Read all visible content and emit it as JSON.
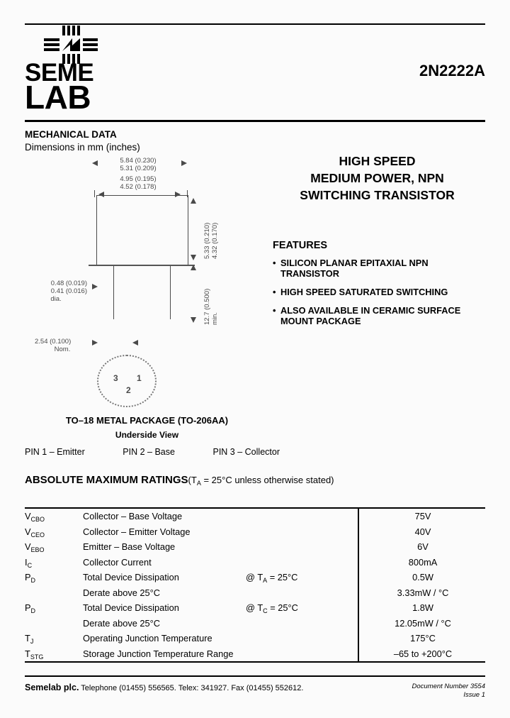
{
  "header": {
    "logo_line1": "SEME",
    "logo_line2": "LAB",
    "logo_mark_name": "semelab-cross-lightning-mark",
    "part_number": "2N2222A"
  },
  "mechanical": {
    "title": "MECHANICAL DATA",
    "subtitle": "Dimensions in mm (inches)",
    "dimensions": {
      "width_outer_line1": "5.84 (0.230)",
      "width_outer_line2": "5.31 (0.209)",
      "width_inner_line1": "4.95 (0.195)",
      "width_inner_line2": "4.52 (0.178)",
      "body_height_line1": "5.33 (0.210)",
      "body_height_line2": "4.32 (0.170)",
      "lead_length_line1": "12.7 (0.500)",
      "lead_length_line2": "min.",
      "lead_dia_line1": "0.48 (0.019)",
      "lead_dia_line2": "0.41 (0.016)",
      "lead_dia_line3": "dia.",
      "pin_spacing_line1": "2.54 (0.100)",
      "pin_spacing_line2": "Nom."
    },
    "pin_numbers": {
      "p1": "1",
      "p2": "2",
      "p3": "3"
    },
    "package_title": "TO–18 METAL PACKAGE (TO-206AA)",
    "package_view": "Underside View",
    "pin_legend": [
      "PIN 1 – Emitter",
      "PIN 2 – Base",
      "PIN 3 – Collector"
    ]
  },
  "product": {
    "headline_line1": "HIGH SPEED",
    "headline_line2": "MEDIUM POWER, NPN",
    "headline_line3": "SWITCHING TRANSISTOR",
    "features_title": "FEATURES",
    "features": [
      "SILICON PLANAR EPITAXIAL NPN TRANSISTOR",
      "HIGH SPEED SATURATED SWITCHING",
      "ALSO AVAILABLE IN CERAMIC SURFACE MOUNT PACKAGE"
    ],
    "bullet": "•"
  },
  "ratings": {
    "title": "ABSOLUTE MAXIMUM RATINGS",
    "note_prefix": "(T",
    "note_sub": "A",
    "note_suffix": " = 25°C unless otherwise stated)",
    "rows": [
      {
        "sym_base": "V",
        "sym_sub": "CBO",
        "desc": "Collector – Base Voltage",
        "cond": "",
        "cond_sub": "",
        "cond_suffix": "",
        "value": "75V"
      },
      {
        "sym_base": "V",
        "sym_sub": "CEO",
        "desc": "Collector – Emitter Voltage",
        "cond": "",
        "cond_sub": "",
        "cond_suffix": "",
        "value": "40V"
      },
      {
        "sym_base": "V",
        "sym_sub": "EBO",
        "desc": "Emitter – Base Voltage",
        "cond": "",
        "cond_sub": "",
        "cond_suffix": "",
        "value": "6V"
      },
      {
        "sym_base": "I",
        "sym_sub": "C",
        "desc": "Collector Current",
        "cond": "",
        "cond_sub": "",
        "cond_suffix": "",
        "value": "800mA"
      },
      {
        "sym_base": "P",
        "sym_sub": "D",
        "desc": "Total Device Dissipation",
        "cond": "@ T",
        "cond_sub": "A",
        "cond_suffix": " = 25°C",
        "value": "0.5W"
      },
      {
        "sym_base": "",
        "sym_sub": "",
        "desc": "Derate above 25°C",
        "cond": "",
        "cond_sub": "",
        "cond_suffix": "",
        "value": "3.33mW / °C"
      },
      {
        "sym_base": "P",
        "sym_sub": "D",
        "desc": "Total Device Dissipation",
        "cond": "@ T",
        "cond_sub": "C",
        "cond_suffix": " = 25°C",
        "value": "1.8W"
      },
      {
        "sym_base": "",
        "sym_sub": "",
        "desc": "Derate above 25°C",
        "cond": "",
        "cond_sub": "",
        "cond_suffix": "",
        "value": "12.05mW / °C"
      },
      {
        "sym_base": "T",
        "sym_sub": "J",
        "desc": "Operating Junction Temperature",
        "cond": "",
        "cond_sub": "",
        "cond_suffix": "",
        "value": "175°C"
      },
      {
        "sym_base": "T",
        "sym_sub": "STG",
        "desc": "Storage Junction Temperature Range",
        "cond": "",
        "cond_sub": "",
        "cond_suffix": "",
        "value": "–65 to +200°C"
      }
    ]
  },
  "footer": {
    "company": "Semelab plc.",
    "contact": "Telephone (01455) 556565. Telex: 341927. Fax (01455) 552612.",
    "doc_number": "Document Number 3554",
    "issue": "Issue 1"
  }
}
